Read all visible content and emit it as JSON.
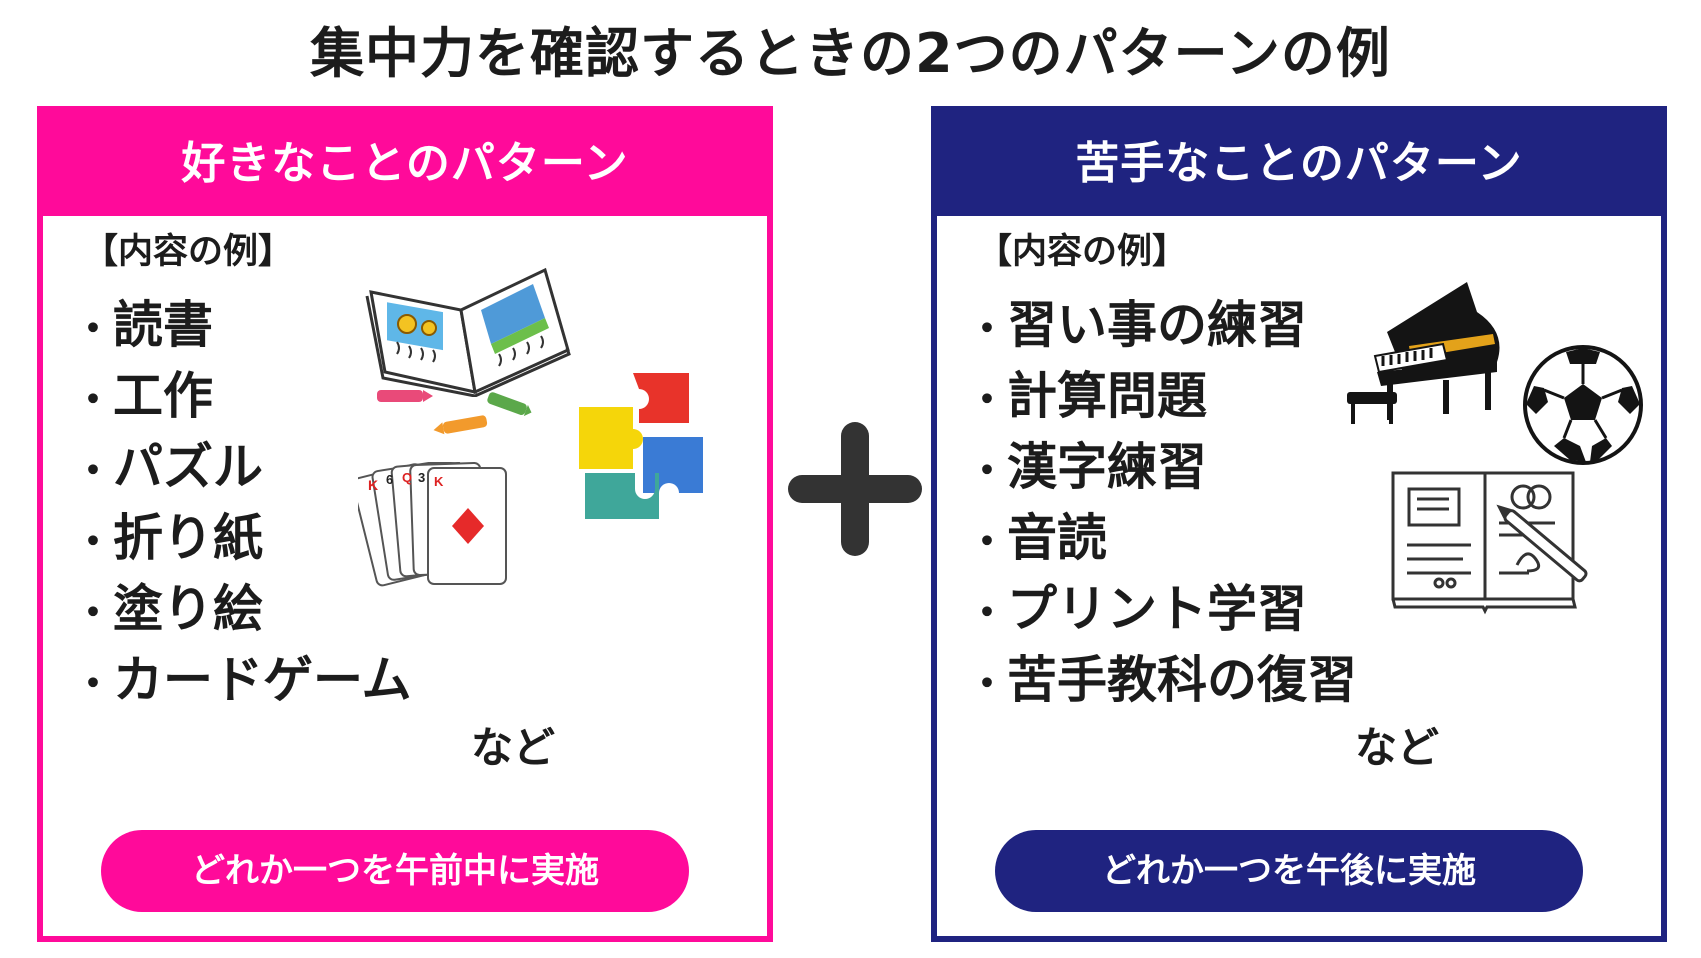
{
  "title": "集中力を確認するときの2つのパターンの例",
  "left_panel": {
    "header": "好きなことのパターン",
    "section_label": "【内容の例】",
    "items": [
      "読書",
      "工作",
      "パズル",
      "折り紙",
      "塗り絵",
      "カードゲーム"
    ],
    "etc": "など",
    "button": "どれか一つを午前中に実施",
    "color": "#ff0a9a",
    "illustrations": [
      "open-book",
      "crayons",
      "puzzle-pieces",
      "playing-cards"
    ]
  },
  "right_panel": {
    "header": "苦手なことのパターン",
    "section_label": "【内容の例】",
    "items": [
      "習い事の練習",
      "計算問題",
      "漢字練習",
      "音読",
      "プリント学習",
      "苦手教科の復習"
    ],
    "etc": "など",
    "button": "どれか一つを午後に実施",
    "color": "#1f2380",
    "illustrations": [
      "grand-piano",
      "soccer-ball",
      "notebook-with-pen"
    ]
  },
  "connector": "plus-sign",
  "card_labels": [
    "K",
    "6",
    "Q",
    "3",
    "K"
  ]
}
